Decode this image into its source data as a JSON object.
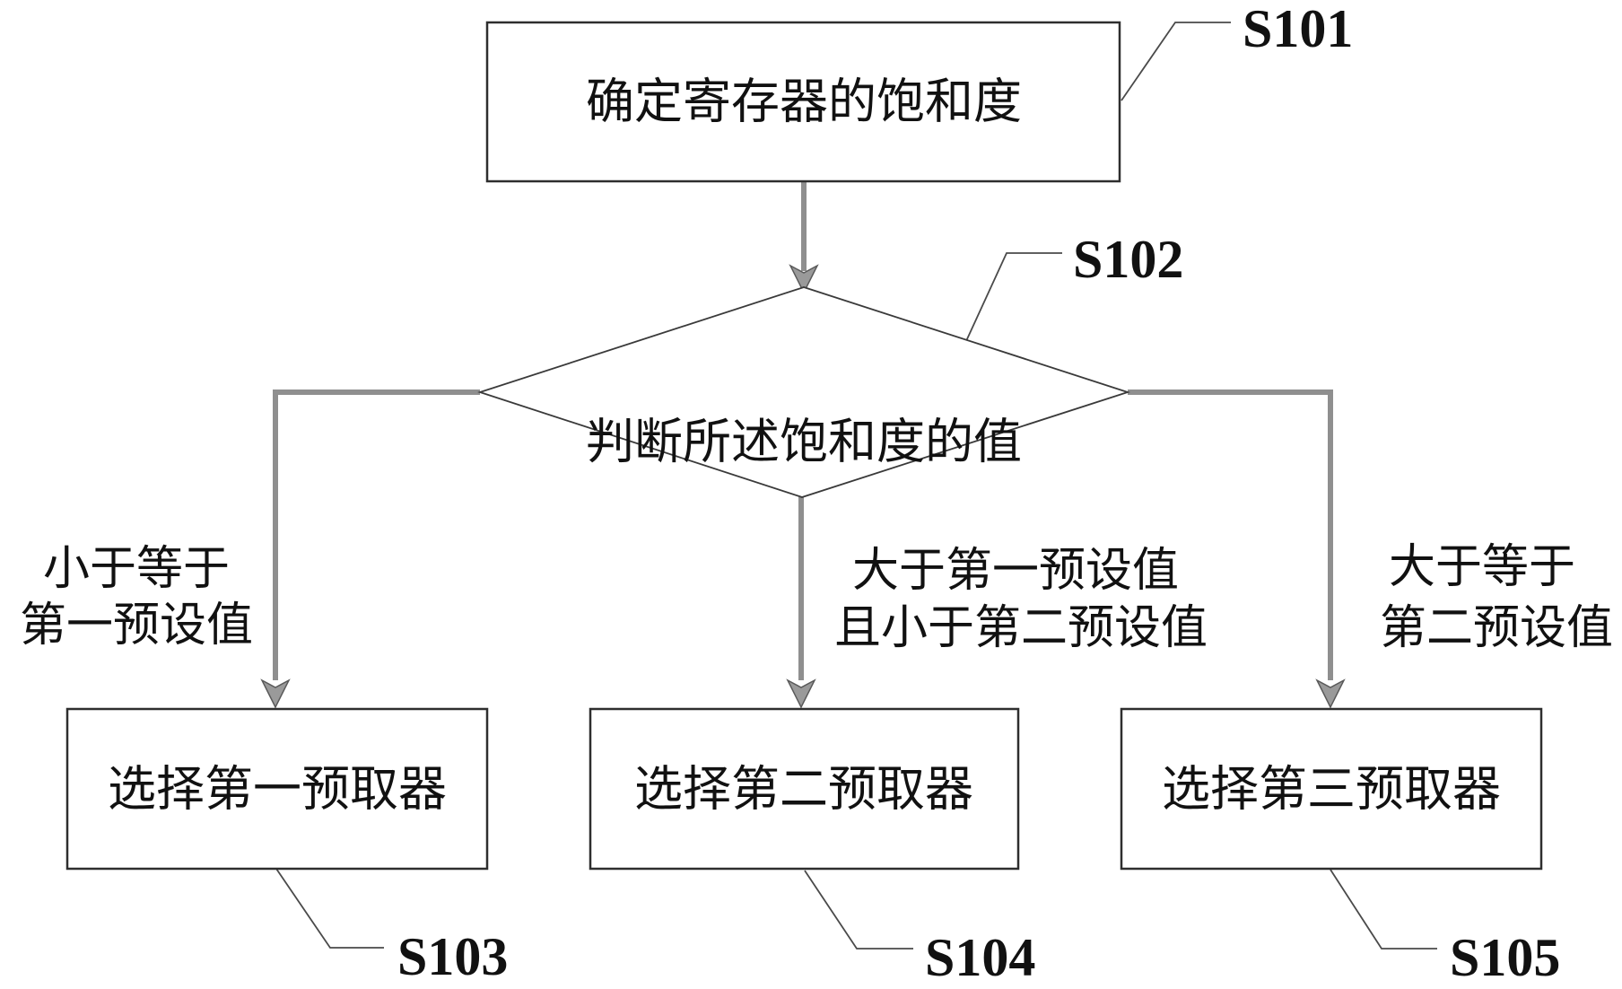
{
  "figure": {
    "type": "flowchart",
    "nodes": {
      "s101": {
        "step": "S101",
        "label": "确定寄存器的饱和度",
        "shape": "process"
      },
      "s102": {
        "step": "S102",
        "label": "判断所述饱和度的值",
        "shape": "decision"
      },
      "s103": {
        "step": "S103",
        "label": "选择第一预取器",
        "shape": "process"
      },
      "s104": {
        "step": "S104",
        "label": "选择第二预取器",
        "shape": "process"
      },
      "s105": {
        "step": "S105",
        "label": "选择第三预取器",
        "shape": "process"
      }
    },
    "branches": {
      "left": {
        "line1": "小于等于",
        "line2": "第一预设值",
        "target": "S103"
      },
      "middle": {
        "line1": "大于第一预设值",
        "line2": "且小于第二预设值",
        "target": "S104"
      },
      "right": {
        "line1": "大于等于",
        "line2": "第二预设值",
        "target": "S105"
      }
    },
    "colors": {
      "background": "#ffffff",
      "shape_outline": "#2e2e2e",
      "connector": "#8f8f8f",
      "text": "#111111"
    }
  }
}
